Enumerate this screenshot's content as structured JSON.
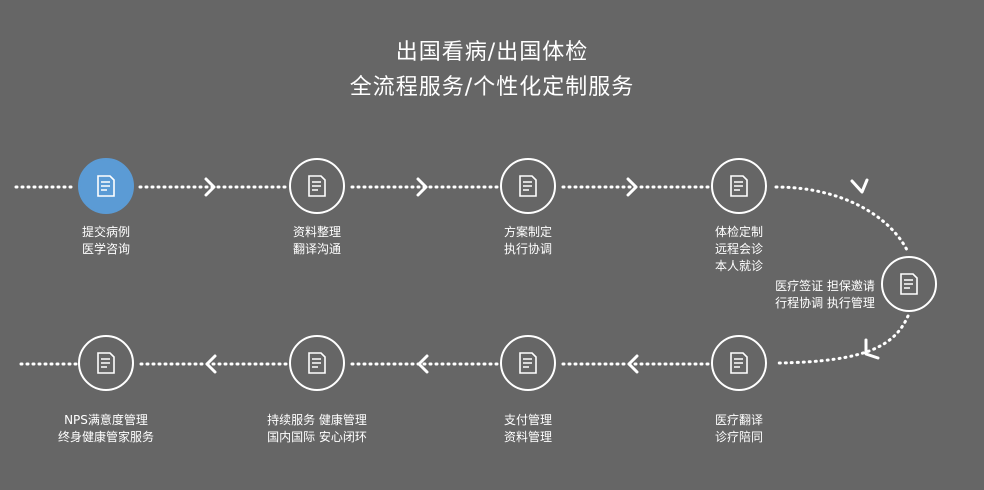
{
  "header": {
    "line1": "出国看病/出国体检",
    "line2": "全流程服务/个性化定制服务"
  },
  "colors": {
    "background": "#666666",
    "active": "#5b9bd5",
    "line": "#ffffff"
  },
  "icon": "document-icon",
  "steps": [
    {
      "lines": [
        "提交病例",
        "医学咨询"
      ]
    },
    {
      "lines": [
        "资料整理",
        "翻译沟通"
      ]
    },
    {
      "lines": [
        "方案制定",
        "执行协调"
      ]
    },
    {
      "lines": [
        "体检定制",
        "远程会诊",
        "本人就诊"
      ]
    },
    {
      "lines": [
        "医疗签证  担保邀请",
        "行程协调  执行管理"
      ]
    },
    {
      "lines": [
        "医疗翻译",
        "诊疗陪同"
      ]
    },
    {
      "lines": [
        "支付管理",
        "资料管理"
      ]
    },
    {
      "lines": [
        "持续服务  健康管理",
        "国内国际  安心闭环"
      ]
    },
    {
      "lines": [
        "NPS满意度管理",
        "终身健康管家服务"
      ]
    }
  ]
}
